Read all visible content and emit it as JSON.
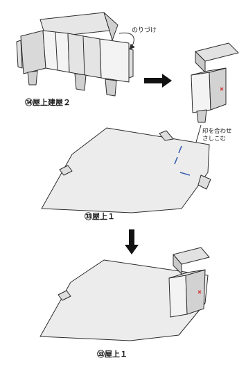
{
  "labels": {
    "glue_note": "のりづけ",
    "step1_caption": "㉞屋上建屋２",
    "align_note": "印を合わせ\nさしこむ",
    "step2_caption": "㉝屋上１",
    "step3_caption": "㉝屋上１"
  },
  "colors": {
    "outline": "#2b2b2b",
    "panel_light": "#f3f3f3",
    "panel_mid": "#d9d9d9",
    "panel_dark": "#bdbdbd",
    "sheet": "#ececec",
    "guide_blue": "#3a5fb0",
    "mark_red": "#d23a3a"
  },
  "icons": {
    "step_arrow": "bold-right-arrow",
    "down_arrow": "bold-down-arrow"
  }
}
